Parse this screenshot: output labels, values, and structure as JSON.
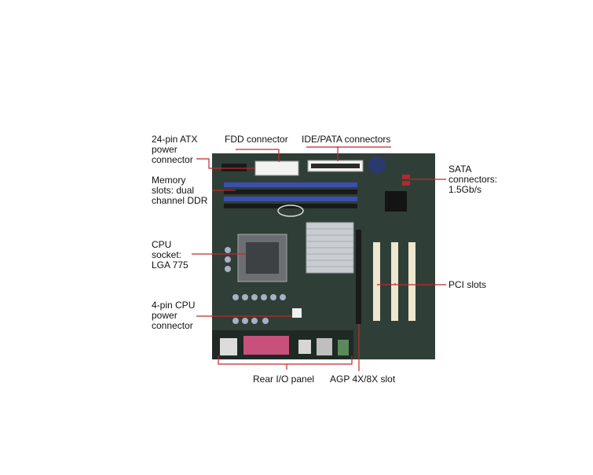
{
  "labels": {
    "atx_power": "24-pin ATX\npower\nconnector",
    "fdd": "FDD connector",
    "ide": "IDE/PATA connectors",
    "sata": "SATA\nconnectors:\n1.5Gb/s",
    "memory": "Memory\nslots: dual\nchannel DDR",
    "cpu_socket": "CPU\nsocket:\nLGA 775",
    "pci": "PCI slots",
    "cpu_power": "4-pin CPU\npower\nconnector",
    "rear_io": "Rear I/O panel",
    "agp": "AGP 4X/8X slot"
  },
  "colors": {
    "board": "#2f3f37",
    "board_dark": "#1f2a24",
    "leader": "#c0282d",
    "memory_slot": "#3a4fb0",
    "pci_slot": "#efe6cf",
    "parallel_port": "#c8507a",
    "heatsink": "#c9ccd0",
    "socket": "#6b6f72"
  },
  "icons": {
    "chip_logo": "intel"
  }
}
